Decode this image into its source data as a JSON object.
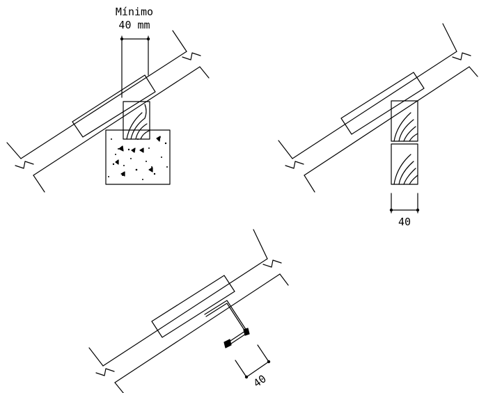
{
  "details": [
    {
      "id": "detail-concrete-support",
      "dimension_lines": [
        "Mínimo",
        "40 mm"
      ]
    },
    {
      "id": "detail-timber-support",
      "dimension_label": "40"
    },
    {
      "id": "detail-metal-bracket",
      "dimension_label": "40"
    }
  ]
}
